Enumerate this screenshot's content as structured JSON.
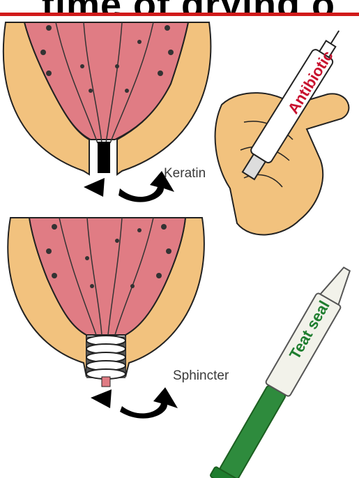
{
  "title": "time of drying o",
  "labels": {
    "keratin": "Keratin",
    "sphincter": "Sphincter",
    "antibiotic": "Antibiotic",
    "teat_seal": "Teat seal"
  },
  "colors": {
    "title_rule": "#d11a1a",
    "skin": "#f2c27e",
    "lumen": "#e07c84",
    "antibiotic_text": "#c8102e",
    "teat_seal_text": "#1e7d2e",
    "seal_syringe": "#2e8b3d"
  }
}
